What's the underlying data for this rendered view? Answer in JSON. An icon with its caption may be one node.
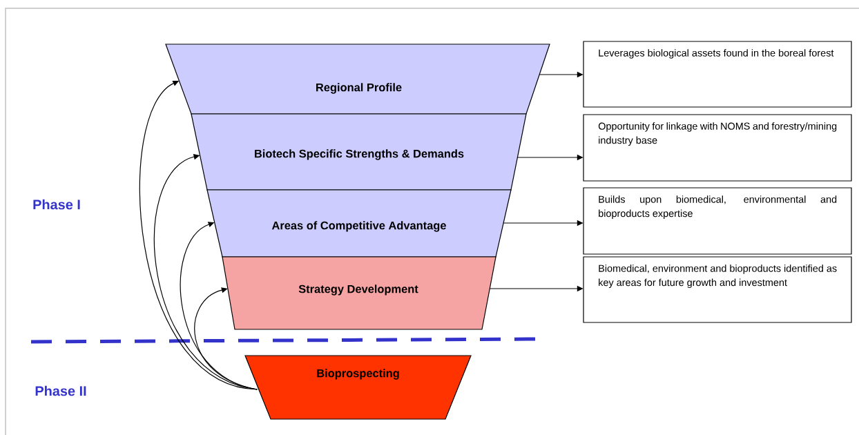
{
  "diagram": {
    "nodes": [
      {
        "text": [
          "Regional Profile"
        ]
      },
      {
        "text": [
          "Biotech Specific Strengths & Demands"
        ]
      },
      {
        "text": [
          "Areas of Competitive Advantage"
        ]
      },
      {
        "text": [
          "Strategy Development"
        ]
      },
      {
        "text": [
          "Bioprospecting"
        ]
      },
      {
        "text": [
          "Leverages biological assets found in the boreal forest"
        ]
      },
      {
        "text": [
          "Opportunity for linkage with NOMS and forestry/mining industry base"
        ]
      },
      {
        "text": [
          "Builds upon biomedical, environmental and bioproducts expertise"
        ]
      },
      {
        "text": [
          "Biomedical, environment and bioproducts identified as key areas for future growth and investment"
        ]
      }
    ],
    "edges": [
      {
        "from": 0,
        "to": 5,
        "arrow": "to"
      },
      {
        "from": 1,
        "to": 6,
        "arrow": "to"
      },
      {
        "from": 2,
        "to": 7,
        "arrow": "to"
      },
      {
        "from": 3,
        "to": 8,
        "arrow": "to"
      },
      {
        "from": 4,
        "to": 0,
        "arrow": "to"
      },
      {
        "from": 4,
        "to": 1,
        "arrow": "to"
      },
      {
        "from": 4,
        "to": 2,
        "arrow": "to"
      },
      {
        "from": 4,
        "to": 3,
        "arrow": "to"
      }
    ],
    "labels": [
      "Phase I",
      "Phase II"
    ]
  }
}
